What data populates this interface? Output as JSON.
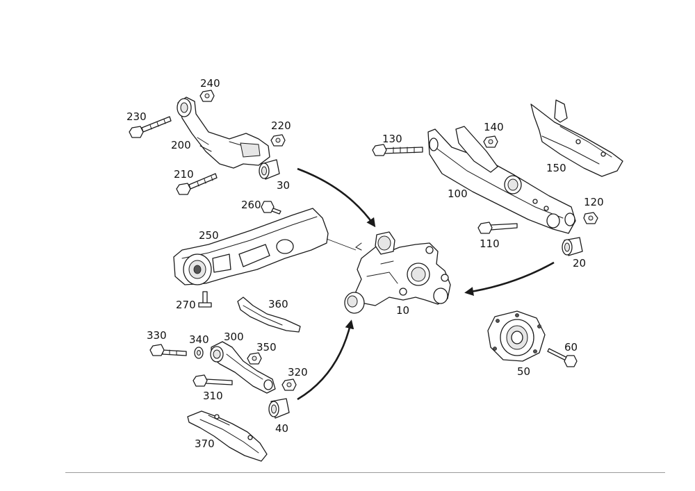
{
  "callouts": {
    "c10": "10",
    "c20": "20",
    "c30": "30",
    "c40": "40",
    "c50": "50",
    "c60": "60",
    "c100": "100",
    "c110": "110",
    "c120": "120",
    "c130": "130",
    "c140": "140",
    "c150": "150",
    "c200": "200",
    "c210": "210",
    "c220": "220",
    "c230": "230",
    "c240": "240",
    "c250": "250",
    "c260": "260",
    "c270": "270",
    "c300": "300",
    "c310": "310",
    "c320": "320",
    "c330": "330",
    "c340": "340",
    "c350": "350",
    "c360": "360",
    "c370": "370"
  },
  "colors": {
    "line": "#1a1a1a",
    "background": "#ffffff",
    "footer_rule": "#9a9a9a"
  }
}
